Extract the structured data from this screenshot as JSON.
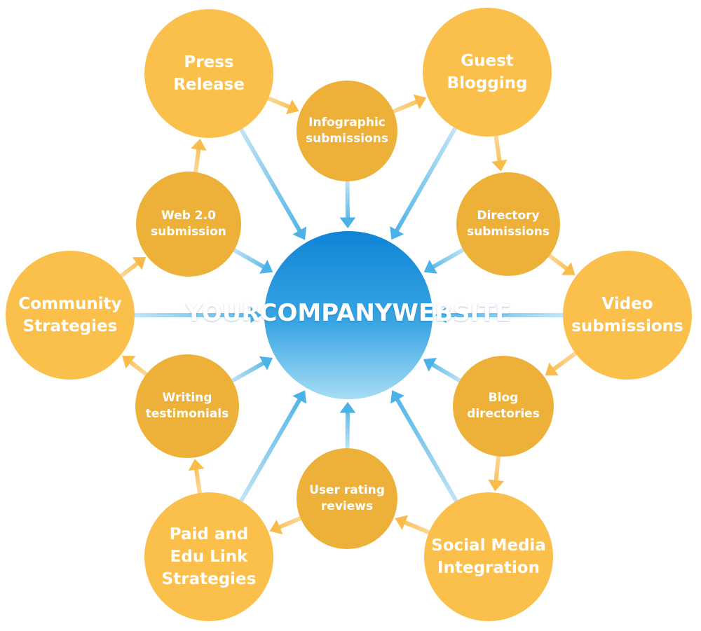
{
  "center": {
    "lines": [
      "YOUR",
      "COMPANY",
      "WEBSITE"
    ]
  },
  "nodes": [
    {
      "id": "press-release",
      "tier": "primary",
      "lines": [
        "Press",
        "Release"
      ]
    },
    {
      "id": "infographic-submissions",
      "tier": "secondary",
      "lines": [
        "Infographic",
        "submissions"
      ]
    },
    {
      "id": "guest-blogging",
      "tier": "primary",
      "lines": [
        "Guest",
        "Blogging"
      ]
    },
    {
      "id": "directory-submissions",
      "tier": "secondary",
      "lines": [
        "Directory",
        "submissions"
      ]
    },
    {
      "id": "video-submissions",
      "tier": "primary",
      "lines": [
        "Video",
        "submissions"
      ]
    },
    {
      "id": "blog-directories",
      "tier": "secondary",
      "lines": [
        "Blog",
        "directories"
      ]
    },
    {
      "id": "social-media-integration",
      "tier": "primary",
      "lines": [
        "Social Media",
        "Integration"
      ]
    },
    {
      "id": "user-rating-reviews",
      "tier": "secondary",
      "lines": [
        "User rating",
        "reviews"
      ]
    },
    {
      "id": "paid-edu-link-strategies",
      "tier": "primary",
      "lines": [
        "Paid and",
        "Edu Link",
        "Strategies"
      ]
    },
    {
      "id": "writing-testimonials",
      "tier": "secondary",
      "lines": [
        "Writing",
        "testimonials"
      ]
    },
    {
      "id": "community-strategies",
      "tier": "primary",
      "lines": [
        "Community",
        "Strategies"
      ]
    },
    {
      "id": "web-2-submission",
      "tier": "secondary",
      "lines": [
        "Web 2.0",
        "submission"
      ]
    }
  ],
  "ring_links": [
    [
      "web-2-submission",
      "press-release"
    ],
    [
      "press-release",
      "infographic-submissions"
    ],
    [
      "infographic-submissions",
      "guest-blogging"
    ],
    [
      "guest-blogging",
      "directory-submissions"
    ],
    [
      "directory-submissions",
      "video-submissions"
    ],
    [
      "video-submissions",
      "blog-directories"
    ],
    [
      "blog-directories",
      "social-media-integration"
    ],
    [
      "social-media-integration",
      "user-rating-reviews"
    ],
    [
      "user-rating-reviews",
      "paid-edu-link-strategies"
    ],
    [
      "paid-edu-link-strategies",
      "writing-testimonials"
    ],
    [
      "writing-testimonials",
      "community-strategies"
    ],
    [
      "community-strategies",
      "web-2-submission"
    ]
  ],
  "colors": {
    "primary": "#FBBF4B",
    "secondary": "#EDB139",
    "center_top": "#0F84D6",
    "center_bottom": "#A6DDF4",
    "blue_arrow_start": "#C4E5F6",
    "blue_arrow_end": "#4AB2E7",
    "orange_arrow_start": "#FCD89A",
    "orange_arrow_end": "#F9BC4A"
  }
}
